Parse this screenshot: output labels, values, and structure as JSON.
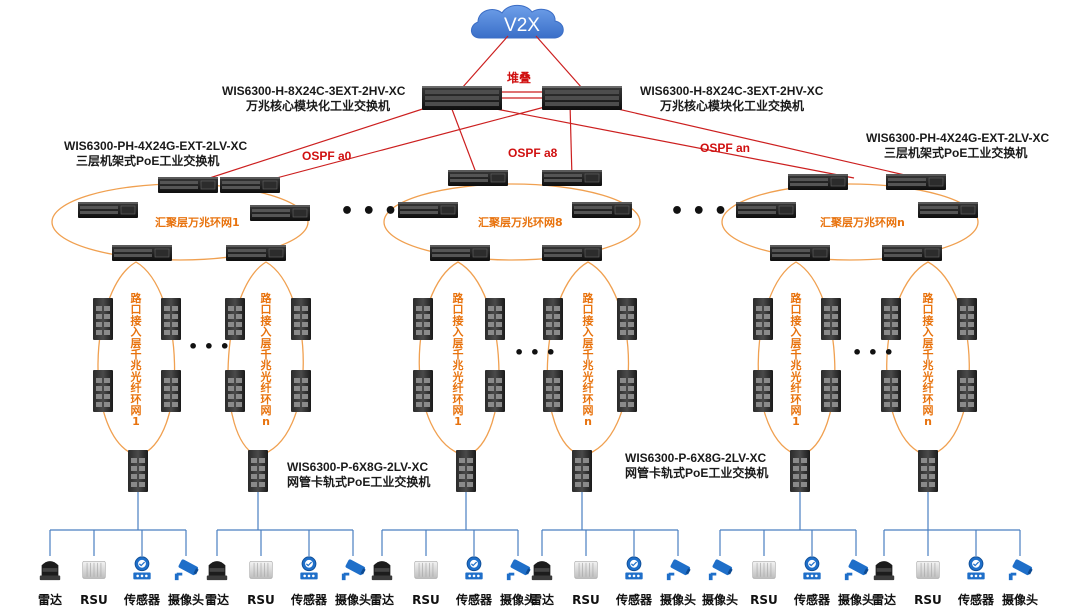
{
  "cloud": {
    "label": "V2X"
  },
  "stack_label": "堆叠",
  "core": {
    "left": {
      "model": "WIS6300-H-8X24C-3EXT-2HV-XC",
      "desc": "万兆核心模块化工业交换机"
    },
    "right": {
      "model": "WIS6300-H-8X24C-3EXT-2HV-XC",
      "desc": "万兆核心模块化工业交换机"
    }
  },
  "aggregation": {
    "left": {
      "model": "WIS6300-PH-4X24G-EXT-2LV-XC",
      "desc": "三层机架式PoE工业交换机"
    },
    "right": {
      "model": "WIS6300-PH-4X24G-EXT-2LV-XC",
      "desc": "三层机架式PoE工业交换机"
    }
  },
  "ospf": [
    "OSPF a0",
    "OSPF a8",
    "OSPF an"
  ],
  "agg_rings": [
    "汇聚层万兆环网1",
    "汇聚层万兆环网8",
    "汇聚层万兆环网n"
  ],
  "access_rings": [
    "路口接入层千兆光纤环网1",
    "路口接入层千兆光纤环网n"
  ],
  "access_switch": {
    "model": "WIS6300-P-6X8G-2LV-XC",
    "desc": "网管卡轨式PoE工业交换机"
  },
  "ellipsis": "• • •",
  "device_groups": [
    [
      "雷达",
      "RSU",
      "传感器",
      "摄像头"
    ],
    [
      "雷达",
      "RSU",
      "传感器",
      "摄像头"
    ],
    [
      "雷达",
      "RSU",
      "传感器",
      "摄像头"
    ],
    [
      "雷达",
      "RSU",
      "传感器",
      "摄像头"
    ],
    [
      "摄像头",
      "RSU",
      "传感器",
      "摄像头"
    ],
    [
      "雷达",
      "RSU",
      "传感器",
      "摄像头"
    ]
  ],
  "colors": {
    "core_link": "#cc1f1f",
    "ring": "#f0a050",
    "access_link": "#4a7fc0",
    "cloud": "#4f86d8"
  }
}
